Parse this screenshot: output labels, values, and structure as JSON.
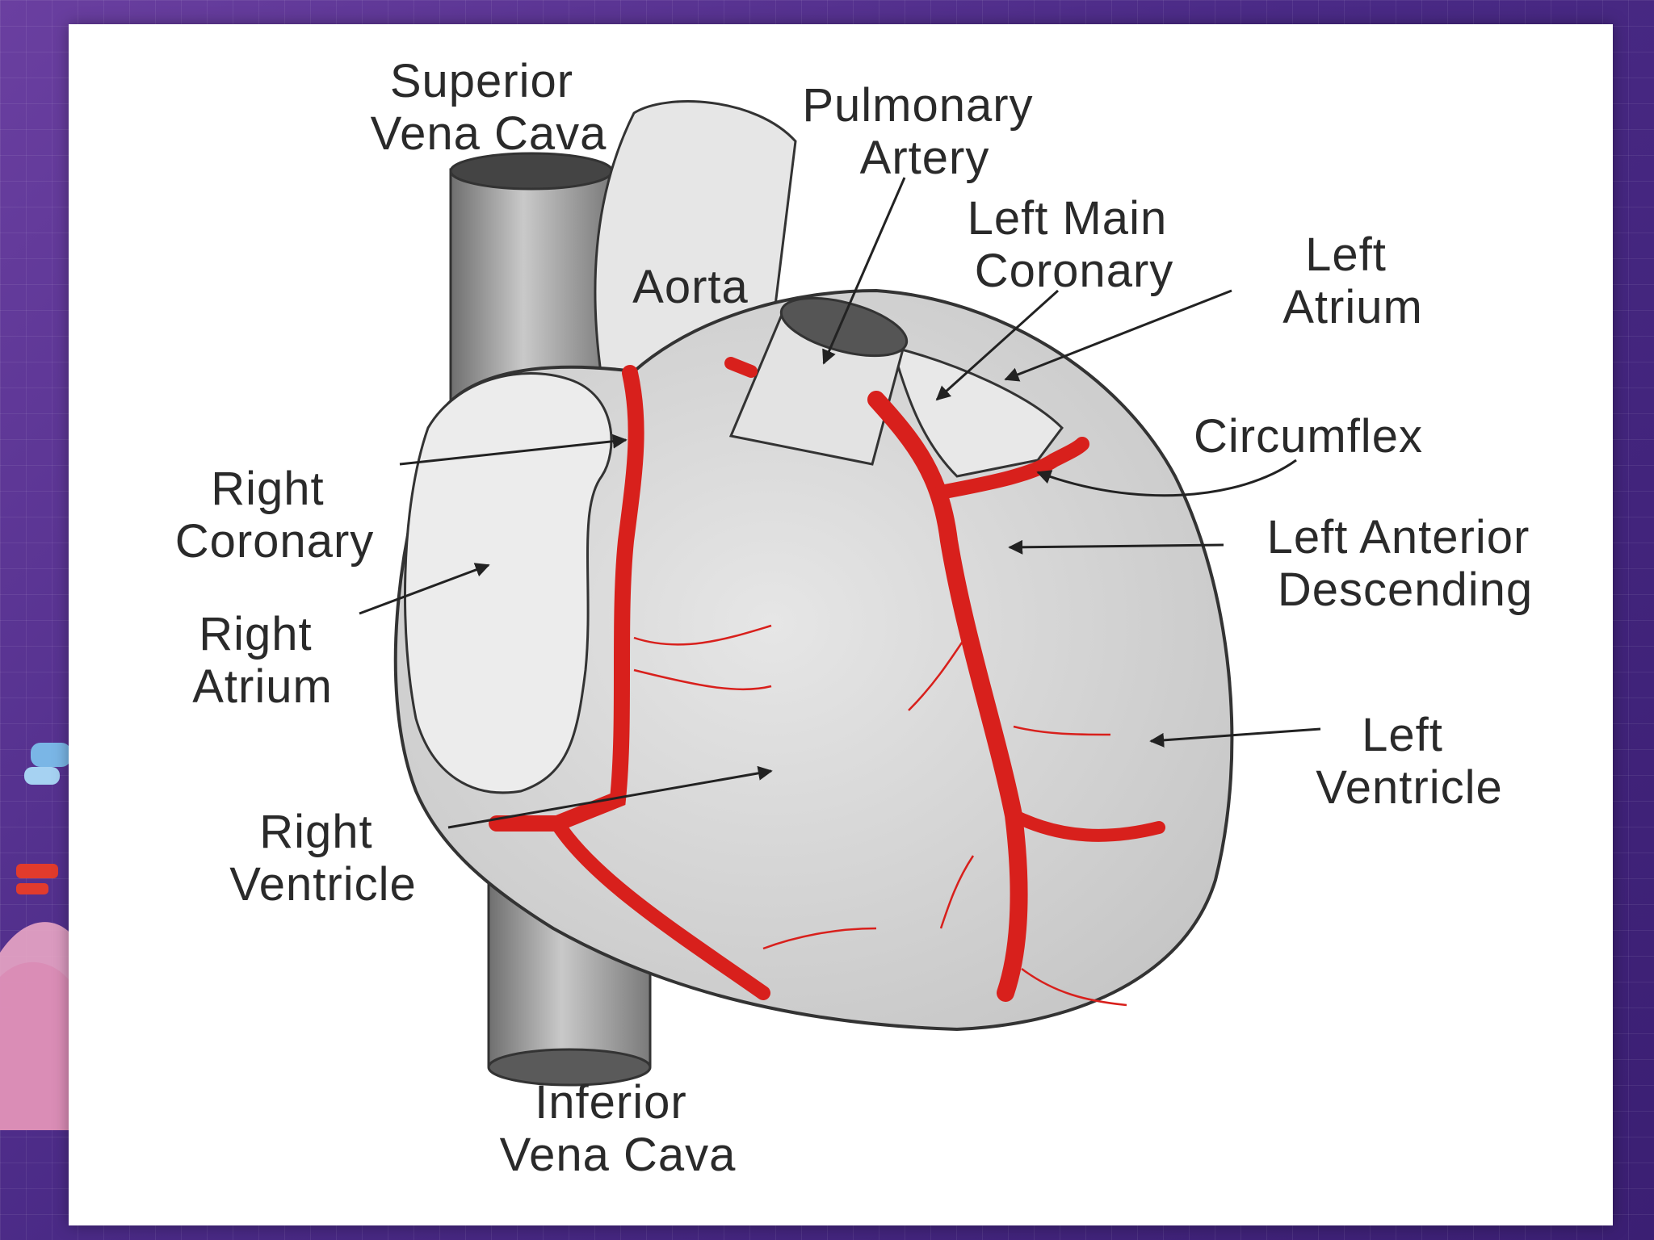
{
  "labels": {
    "superior_vena_cava": [
      "Superior",
      "Vena Cava"
    ],
    "pulmonary_artery": [
      "Pulmonary",
      "Artery"
    ],
    "left_main_coronary": [
      "Left Main",
      "Coronary"
    ],
    "left_atrium": [
      "Left",
      "Atrium"
    ],
    "aorta": [
      "Aorta"
    ],
    "circumflex": [
      "Circumflex"
    ],
    "right_coronary": [
      "Right",
      "Coronary"
    ],
    "left_anterior_descending": [
      "Left Anterior",
      "Descending"
    ],
    "right_atrium": [
      "Right",
      "Atrium"
    ],
    "left_ventricle": [
      "Left",
      "Ventricle"
    ],
    "right_ventricle": [
      "Right",
      "Ventricle"
    ],
    "inferior_vena_cava": [
      "Inferior",
      "Vena Cava"
    ]
  },
  "colors": {
    "artery": "#d8201c",
    "tissue": "#d7d7d7",
    "vein_tube": "#9a9a9a",
    "outline": "#333333",
    "background": "#5a3394"
  }
}
